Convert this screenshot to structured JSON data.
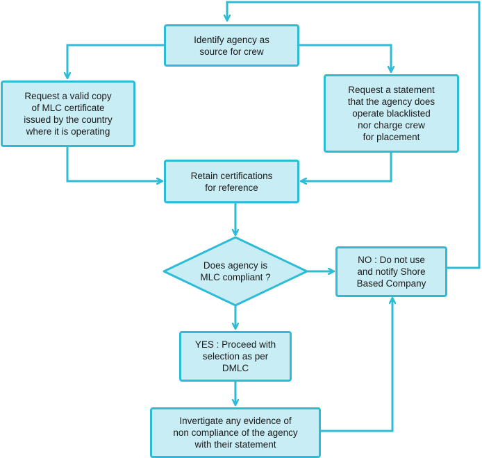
{
  "diagram": {
    "colors": {
      "stroke": "#2ebbd6",
      "fill": "#c9edf5",
      "text": "#1a1a1a"
    },
    "nodes": {
      "identify": "Identify agency as\nsource for crew",
      "request_copy": "Request a valid copy\nof MLC certificate\nissued by the country\nwhere it is operating",
      "request_statement": "Request a statement\nthat the agency does\noperate blacklisted\nnor charge crew\nfor placement",
      "retain": "Retain certifications\nfor reference",
      "decision": "Does agency is\nMLC compliant ?",
      "no": "NO : Do not use\nand notify Shore\nBased Company",
      "yes": "YES  : Proceed with\nselection as per\nDMLC",
      "investigate": "Invertigate any evidence of\nnon compliance of the agency\nwith their statement"
    }
  }
}
